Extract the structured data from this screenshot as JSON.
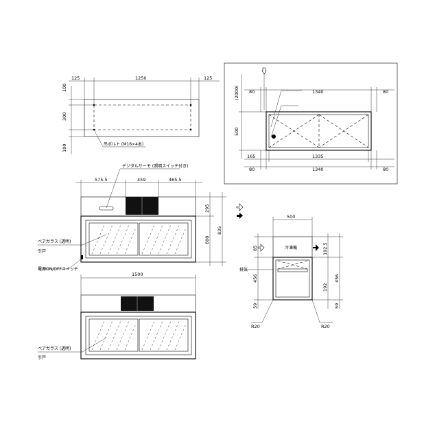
{
  "top_view": {
    "dims": {
      "left": "125",
      "width": "1250",
      "right": "125",
      "d_top": "100",
      "d_mid": "300",
      "d_bot": "100"
    },
    "callout": "吊ボルト (M16×4本)"
  },
  "plan_view": {
    "dims": {
      "height_total": "(2000)",
      "top_l": "80",
      "top_mid": "1340",
      "top_r": "80",
      "depth": "500",
      "inner_l": "165",
      "inner_w": "1335",
      "bot_l": "80",
      "bot_mid": "1340",
      "bot_r": "80"
    }
  },
  "front_view": {
    "dims": {
      "w1": "575.5",
      "w2": "459",
      "w3": "465.5",
      "h1": "295",
      "h2": "600",
      "h_total": "835"
    },
    "labels": {
      "thermo": "デジタルサーモ (照明スイッチ付き)",
      "glass": "ペアガラス (透明)",
      "door": "引戸",
      "power": "電源ON/OFFスイッチ"
    }
  },
  "back_view": {
    "dims": {
      "width": "1500"
    },
    "labels": {
      "glass": "ペアガラス (透明)",
      "door": "引戸"
    }
  },
  "side_view": {
    "dims": {
      "width": "500",
      "h_top": "85",
      "h_top_r": "192.5",
      "h_mid": "456",
      "h_mid_r": "192",
      "h_right": "456",
      "h_bot": "59",
      "h_bot_r": "59",
      "r_left": "R20",
      "r_right": "R20"
    },
    "labels": {
      "unit": "冷凍機",
      "drain": "排気"
    }
  }
}
